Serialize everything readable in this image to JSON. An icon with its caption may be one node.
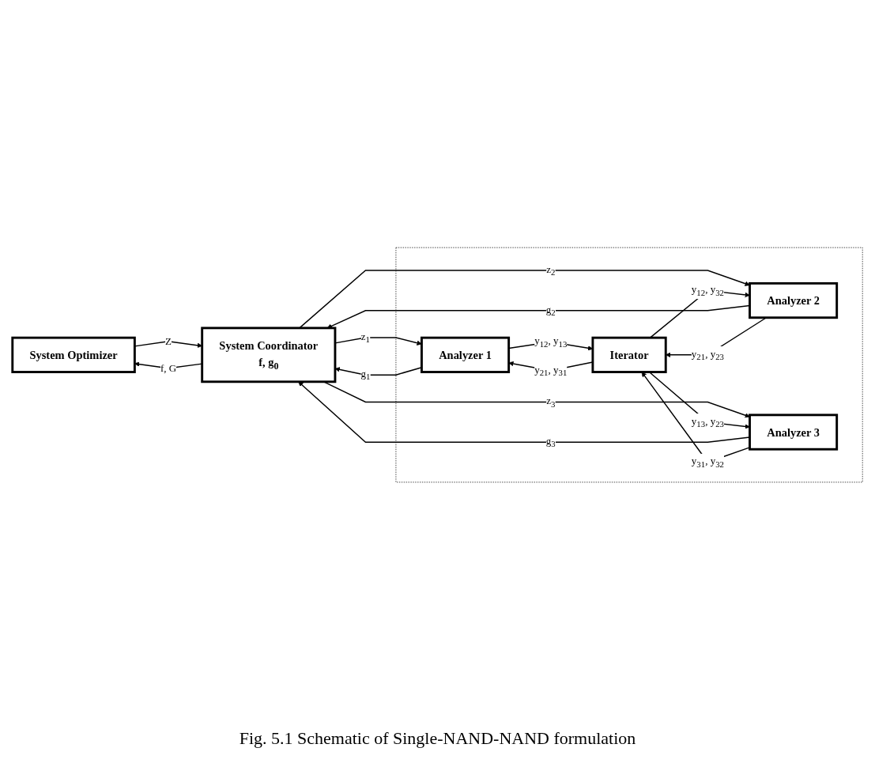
{
  "diagram": {
    "caption": "Fig. 5.1 Schematic of Single-NAND-NAND formulation",
    "nodes": [
      {
        "text": [
          "System Optimizer"
        ]
      },
      {
        "text": [
          "System Coordinator",
          "f, g$_{0}$"
        ]
      },
      {
        "text": [],
        "shape": "box"
      },
      {
        "text": [
          "Iterator"
        ],
        "in": 2
      },
      {
        "text": [
          "Analyzer 1"
        ],
        "in": 2
      },
      {
        "text": [
          "Analyzer 2"
        ],
        "in": 2
      },
      {
        "text": [
          "Analyzer 3"
        ],
        "in": 2
      }
    ],
    "edges": [
      {
        "from": 0,
        "to": 1,
        "arrow": "to",
        "label": "Z"
      },
      {
        "from": 1,
        "to": 0,
        "arrow": "to",
        "label": "f, G"
      },
      {
        "from": 1,
        "to": 4,
        "arrow": "to",
        "label": "z$_{1}$"
      },
      {
        "from": 3,
        "to": 4,
        "arrow": "to",
        "label": "y$_{21}$, y$_{31}$"
      },
      {
        "from": 4,
        "to": 1,
        "arrow": "to",
        "label": "g$_{1}$"
      },
      {
        "from": 4,
        "to": 3,
        "arrow": "to",
        "label": "y$_{12}$, y$_{13}$"
      },
      {
        "from": 1,
        "to": 5,
        "arrow": "to",
        "label": "z$_{2}$"
      },
      {
        "from": 3,
        "to": 5,
        "arrow": "to",
        "label": "y$_{12}$, y$_{32}$"
      },
      {
        "from": 5,
        "to": 1,
        "arrow": "to",
        "label": "g$_{2}$"
      },
      {
        "from": 5,
        "to": 3,
        "arrow": "to",
        "label": "y$_{21}$, y$_{23}$"
      },
      {
        "from": 1,
        "to": 6,
        "arrow": "to",
        "label": "z$_{3}$"
      },
      {
        "from": 3,
        "to": 6,
        "arrow": "to",
        "label": "y$_{13}$, y$_{23}$"
      },
      {
        "from": 6,
        "to": 1,
        "arrow": "to",
        "label": "g$_{3}$"
      },
      {
        "from": 6,
        "to": 3,
        "arrow": "to",
        "label": "y$_{31}$, y$_{32}$"
      }
    ]
  }
}
